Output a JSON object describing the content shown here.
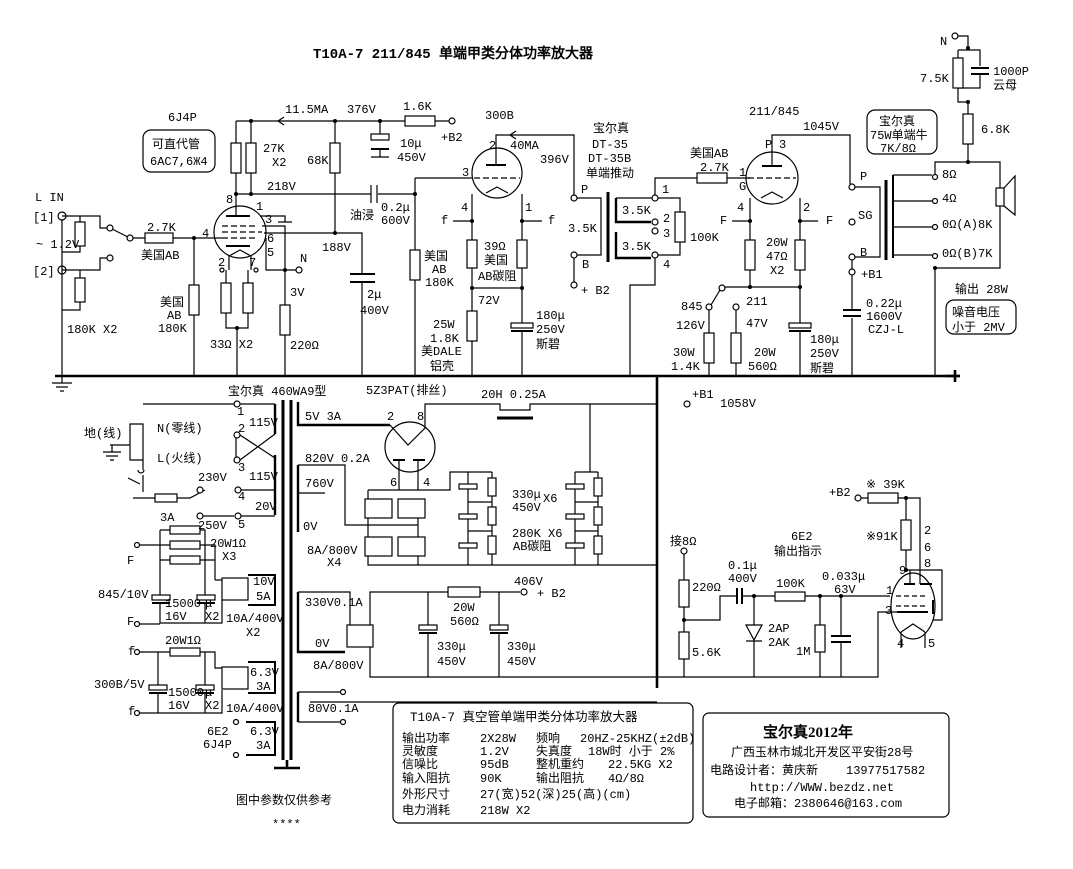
{
  "title": "T10A-7  211/845 单端甲类分体功率放大器",
  "labels": {
    "input": [
      "L IN",
      "[1]",
      "~ 1.2V",
      "[2]",
      "180K X2",
      "2.7K",
      "美国AB",
      "美国",
      "AB",
      "180K"
    ],
    "stage1": [
      "6J4P",
      "可直代管",
      "6AC7,6Ж4",
      "8",
      "1",
      "3",
      "4",
      "6",
      "5",
      "2",
      "7",
      "N",
      "3V",
      "220Ω",
      "33Ω X2",
      "11.5MA",
      "376V",
      "1.6K",
      "+B2",
      "27K",
      "X2",
      "68K",
      "10μ",
      "450V",
      "218V",
      "油浸",
      "0.2μ",
      "600V",
      "188V",
      "2μ",
      "400V"
    ],
    "stage2": [
      "300B",
      "2",
      "40MA",
      "396V",
      "3",
      "4",
      "1",
      "f",
      "f",
      "美国",
      "AB",
      "180K",
      "39Ω",
      "美国",
      "AB碳阻",
      "72V",
      "25W",
      "1.8K",
      "美DALE",
      "铝壳",
      "180μ",
      "250V",
      "斯碧"
    ],
    "driver": [
      "宝尔真",
      "DT-35",
      "DT-35B",
      "单端推动",
      "P",
      "3.5K",
      "B",
      "+ B2",
      "3.5K",
      "3.5K",
      "1",
      "2",
      "3",
      "4",
      "100K",
      "美国AB",
      "2.7K"
    ],
    "stage3": [
      "211/845",
      "1045V",
      "P",
      "3",
      "1",
      "G",
      "4",
      "2",
      "F",
      "F",
      "20W",
      "47Ω",
      "X2",
      "845",
      "126V",
      "211",
      "47V",
      "30W",
      "1.4K",
      "20W",
      "560Ω",
      "180μ",
      "250V",
      "斯碧"
    ],
    "output": [
      "N",
      "7.5K",
      "1000P",
      "云母",
      "6.8K",
      "宝尔真",
      "75W单端牛",
      "7K/8Ω",
      "P",
      "SG",
      "B",
      "+B1",
      "8Ω",
      "4Ω",
      "0Ω(A)8K",
      "0Ω(B)7K",
      "0.22μ",
      "1600V",
      "CZJ-L",
      "输出 28W",
      "噪音电压",
      "小于 2MV"
    ],
    "power_primary": [
      "宝尔真 460WA9型",
      "地(线)",
      "N(零线)",
      "L(火线)",
      "1",
      "2",
      "3",
      "115V",
      "115V",
      "230V",
      "4",
      "20V",
      "3A",
      "250V",
      "5"
    ],
    "filaments": [
      "20W1Ω",
      "X3",
      "F",
      "845/10V",
      "F",
      "15000",
      "16V",
      "μ",
      "X2",
      "10V",
      "5A",
      "10A/400V",
      "X2",
      "20W1Ω",
      "f",
      "300B/5V",
      "f",
      "15000",
      "16V",
      "μ",
      "X2",
      "6.3V",
      "3A",
      "10A/400V",
      "6E2",
      "6J4P",
      "6.3V",
      "3A"
    ],
    "hv": [
      "5Z3PAT(排丝)",
      "5V 3A",
      "2",
      "8",
      "20H 0.25A",
      "+B1",
      "1058V",
      "820V 0.2A",
      "760V",
      "0V",
      "6",
      "4",
      "8A/800V",
      "X4",
      "330μ",
      "450V",
      "X6",
      "280K X6",
      "AB碳阻",
      "330V0.1A",
      "0V",
      "8A/800V",
      "406V",
      "+ B2",
      "20W",
      "560Ω",
      "330μ",
      "450V",
      "330μ",
      "450V",
      "80V0.1A"
    ],
    "indicator": [
      "接8Ω",
      "220Ω",
      "5.6K",
      "0.1μ",
      "400V",
      "2AP",
      "2AK",
      "100K",
      "6E2",
      "输出指示",
      "0.033μ",
      "63V",
      "1M",
      "+B2",
      "※ 39K",
      "※91K",
      "2",
      "6",
      "8",
      "9",
      "1",
      "3",
      "4",
      "5"
    ],
    "notes": [
      "图中参数仅供参考",
      "****"
    ]
  },
  "spec_table": {
    "title": "T10A-7  真空管单端甲类分体功率放大器",
    "rows": [
      [
        "输出功率",
        "2X28W",
        "频响",
        "20HZ-25KHZ(±2dB)"
      ],
      [
        "灵敏度",
        "1.2V",
        "失真度",
        "18W时 小于 2%"
      ],
      [
        "信噪比",
        "95dB",
        "整机重约",
        "22.5KG X2"
      ],
      [
        "输入阻抗",
        "90K",
        "输出阻抗",
        "4Ω/8Ω"
      ],
      [
        "外形尺寸",
        "27(宽)52(深)25(高)(cm)",
        "",
        ""
      ],
      [
        "电力消耗",
        "218W X2",
        "",
        ""
      ]
    ]
  },
  "info_box": {
    "brand": "宝尔真2012年",
    "address": "广西玉林市城北开发区平安街28号",
    "designer": "电路设计者：黄庆新",
    "phone": "13977517582",
    "website": "http://WWW.bezdz.net",
    "email": "电子邮箱：2380646@163.com"
  }
}
